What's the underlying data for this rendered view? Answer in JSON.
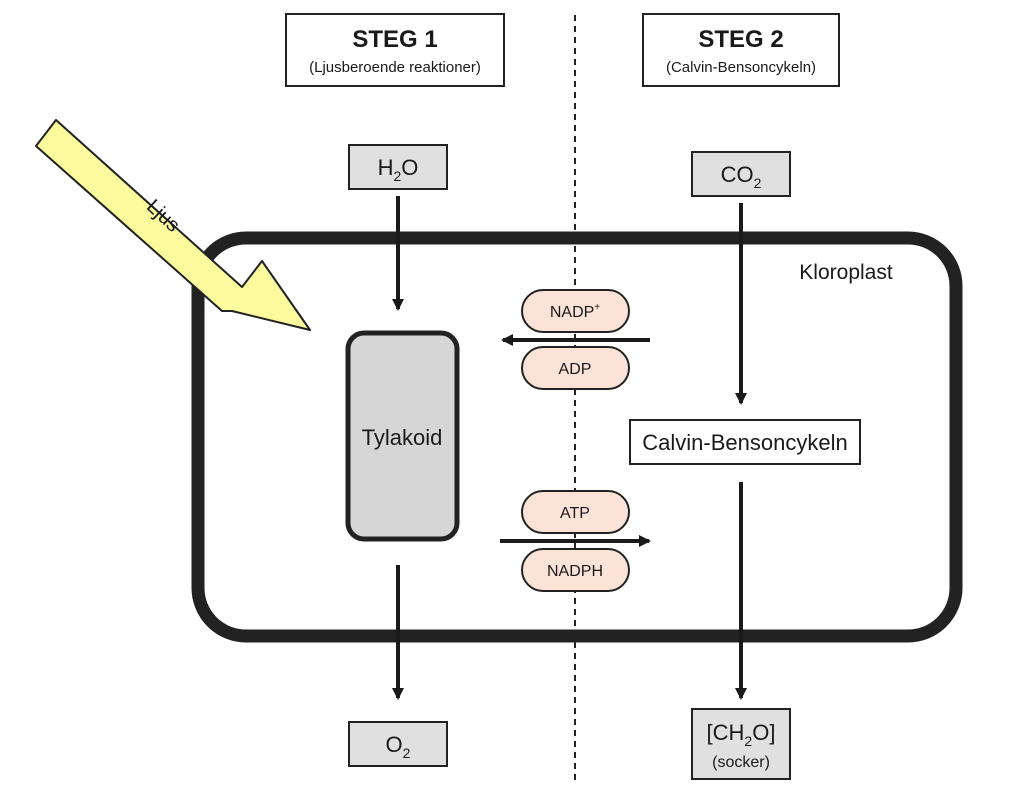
{
  "steg1": {
    "title": "STEG 1",
    "subtitle": "(Ljusberoende reaktioner)"
  },
  "steg2": {
    "title": "STEG 2",
    "subtitle": "(Calvin-Bensoncykeln)"
  },
  "light": {
    "label": "Ljus"
  },
  "chloroplast": {
    "label": "Kloroplast"
  },
  "thylakoid": {
    "label": "Tylakoid"
  },
  "calvin": {
    "label": "Calvin-Bensoncykeln"
  },
  "inputs": {
    "water": {
      "main": "H",
      "sub": "2",
      "tail": "O"
    },
    "co2": {
      "main": "CO",
      "sub": "2",
      "tail": ""
    }
  },
  "outputs": {
    "oxygen": {
      "main": "O",
      "sub": "2",
      "tail": ""
    },
    "sugar": {
      "main": "[CH",
      "sub": "2",
      "tail": "O]",
      "note": "(socker)"
    }
  },
  "carriers": {
    "nadp": {
      "main": "NADP",
      "sup": "+"
    },
    "adp": "ADP",
    "atp": "ATP",
    "nadph": "NADPH"
  },
  "colors": {
    "light_arrow": "#fbfa9c",
    "carrier_fill": "#fbe3d7",
    "box_fill": "#e0e0e0",
    "chloroplast_stroke": "#222222"
  }
}
